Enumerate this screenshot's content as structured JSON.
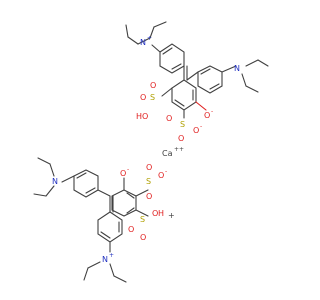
{
  "molecule": {
    "calcium_label": "Ca",
    "calcium_charge": "++",
    "plus": "+",
    "minus": "-",
    "atoms": {
      "N": "N",
      "S": "S",
      "O": "O",
      "HO": "HO",
      "H": "H"
    }
  },
  "colors": {
    "carbon_bond": "#404040",
    "nitrogen": "#2030c0",
    "sulfur": "#b0a000",
    "oxygen": "#e02020"
  }
}
